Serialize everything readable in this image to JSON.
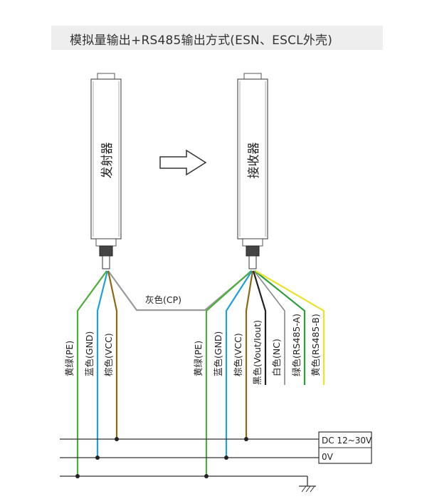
{
  "title": "模拟量输出+RS485输出方式(ESN、ESCL外壳)",
  "emitter": {
    "label": "发射器",
    "wires": [
      {
        "label": "黄绿(PE)",
        "color": "#4caf3c"
      },
      {
        "label": "蓝色(GND)",
        "color": "#1fa0d8"
      },
      {
        "label": "棕色(VCC)",
        "color": "#8b6914"
      }
    ]
  },
  "receiver": {
    "label": "接收器",
    "wires": [
      {
        "label": "黄绿(PE)",
        "color": "#4caf3c"
      },
      {
        "label": "蓝色(GND)",
        "color": "#1fa0d8"
      },
      {
        "label": "棕色(VCC)",
        "color": "#8b6914"
      },
      {
        "label": "黑色(Vout/Iout)",
        "color": "#222222"
      },
      {
        "label": "白色(NC)",
        "color": "#888888"
      },
      {
        "label": "绿色(RS485-A)",
        "color": "#2e9e3a"
      },
      {
        "label": "黄色(RS485-B)",
        "color": "#e8e230"
      }
    ]
  },
  "cp_wire": {
    "label": "灰色(CP)",
    "color": "#9a9a9a"
  },
  "supply": {
    "positive": "DC 12~30V",
    "negative": "0V"
  }
}
